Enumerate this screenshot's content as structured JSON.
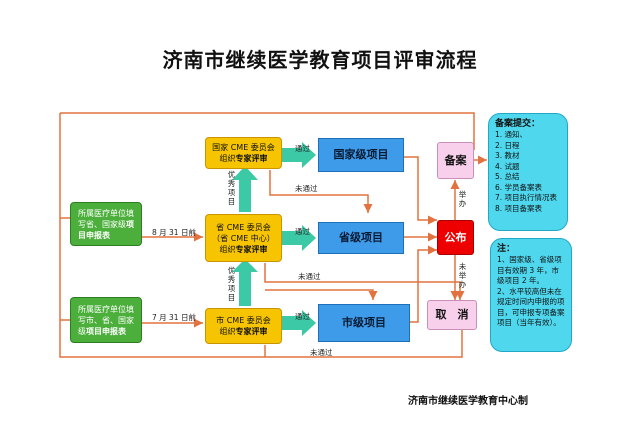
{
  "title": "济南市继续医学教育项目评审流程",
  "footer": "济南市继续医学教育中心制",
  "nodes": {
    "national_committee": {
      "line1": "国家 CME 委员会",
      "line2": "组织",
      "line2_bold": "专家评审"
    },
    "provincial_committee": {
      "line1": "省 CME 委员会",
      "line2": "（省 CME 中心）",
      "line3": "组织",
      "line3_bold": "专家评审"
    },
    "city_committee": {
      "line1": "市 CME 委员会",
      "line2": "组织",
      "line2_bold": "专家评审"
    },
    "national_project": "国家级项目",
    "provincial_project": "省级项目",
    "city_project": "市级项目",
    "filing": "备案",
    "publish": "公布",
    "cancel": "取　消",
    "applicant_upper": {
      "line1": "所属医疗单位填",
      "line2": "写省、国家级",
      "line2_bold": "项",
      "line3_bold": "目申报表"
    },
    "applicant_lower": {
      "line1": "所属医疗单位填",
      "line2": "写市、省、国家",
      "line3": "级",
      "line3_bold": "项目申报表"
    }
  },
  "filing_note": {
    "title": "备案提交：",
    "items": [
      "1. 通知、",
      "2. 日程",
      "3. 教材",
      "4. 试题",
      "5. 总结",
      "6. 学员备案表",
      "7. 项目执行情况表",
      "8. 项目备案表"
    ]
  },
  "validity_note": {
    "title": "注：",
    "text1": "1、国家级、省级项目有效期 3 年，市级项目 2 年。",
    "text2": "2、水平较高但未在规定时间内申报的项目，可申报专项备案项目（当年有效）。"
  },
  "edge_labels": {
    "pass": "通过",
    "fail": "未通过",
    "recommend": "优秀项目",
    "report": "举办",
    "not_report": "未举办",
    "deadline_upper": "8 月 31 日前",
    "deadline_lower": "7 月 31 日前"
  },
  "colors": {
    "green": "#4caf3c",
    "gold": "#f6c400",
    "blue": "#3d9be9",
    "pink": "#f8d0ec",
    "red": "#ee0000",
    "cyan": "#4fd7ee",
    "line": "#e2723f",
    "arrow": "#3cc9a6"
  }
}
